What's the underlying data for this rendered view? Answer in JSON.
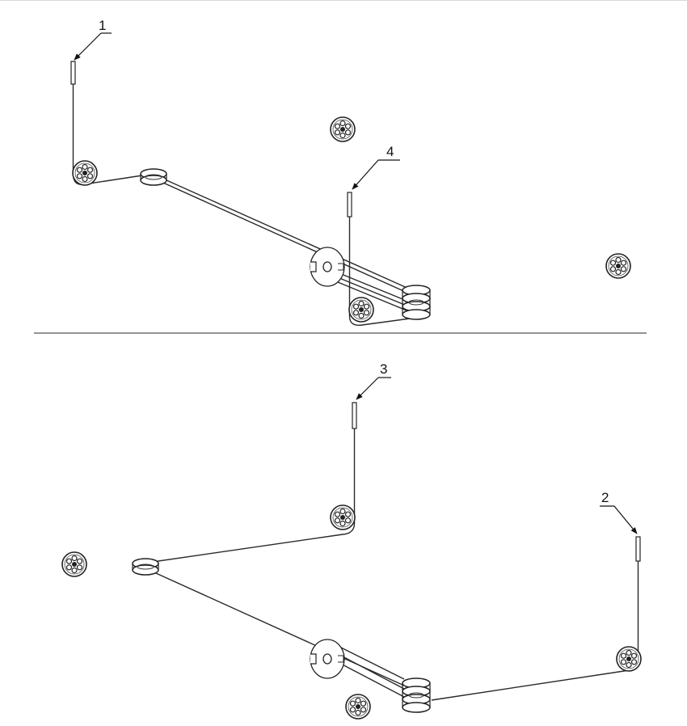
{
  "callouts": [
    {
      "id": "callout-1",
      "text": "1"
    },
    {
      "id": "callout-2",
      "text": "2"
    },
    {
      "id": "callout-3",
      "text": "3"
    },
    {
      "id": "callout-4",
      "text": "4"
    }
  ],
  "colors": {
    "line": "#2a2a2a",
    "divider": "#555555",
    "background": "#ffffff"
  }
}
